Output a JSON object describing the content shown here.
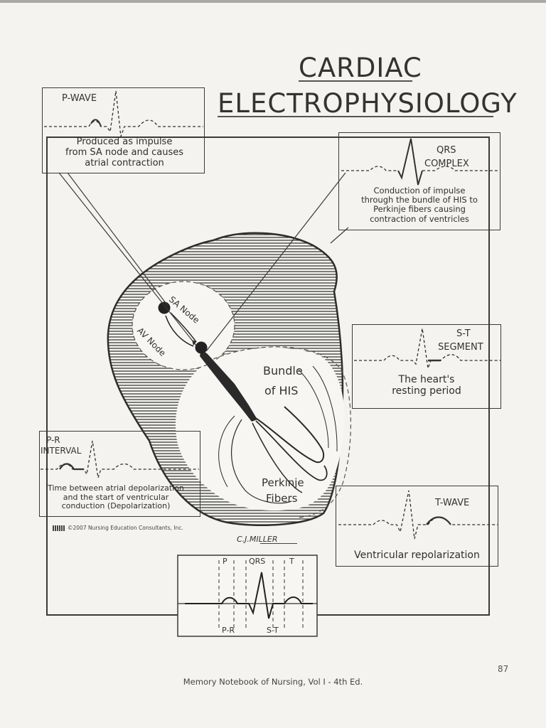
{
  "title": {
    "line1": "CARDIAC",
    "line2": "ELECTROPHYSIOLOGY"
  },
  "boxes": {
    "p_wave": {
      "label": "P-WAVE",
      "desc": [
        "Produced as impulse",
        "from SA node and causes",
        "atrial contraction"
      ]
    },
    "qrs": {
      "label1": "QRS",
      "label2": "COMPLEX",
      "desc": [
        "Conduction of impulse",
        "through the bundle of HIS to",
        "Perkinje fibers causing",
        "contraction of ventricles"
      ]
    },
    "st": {
      "label1": "S-T",
      "label2": "SEGMENT",
      "desc": [
        "The heart's",
        "resting period"
      ]
    },
    "pr": {
      "label1": "P-R",
      "label2": "INTERVAL",
      "desc": [
        "Time between atrial depolarization",
        "and the start of ventricular",
        "conduction (Depolarization)"
      ]
    },
    "t_wave": {
      "label": "T-WAVE",
      "desc": "Ventricular repolarization"
    }
  },
  "heart": {
    "sa_node": "SA Node",
    "av_node": "AV Node",
    "bundle_line1": "Bundle",
    "bundle_line2": "of HIS",
    "perkinje_line1": "Perkinje",
    "perkinje_line2": "Fibers"
  },
  "ecg_strip": {
    "p": "P",
    "qrs": "QRS",
    "t": "T",
    "pr": "P-R",
    "st": "S-T"
  },
  "copyright": "©2007 Nursing Education Consultants, Inc.",
  "signature": "C.J.MILLER",
  "page_number": "87",
  "footer": "Memory Notebook of Nursing, Vol I - 4th Ed."
}
